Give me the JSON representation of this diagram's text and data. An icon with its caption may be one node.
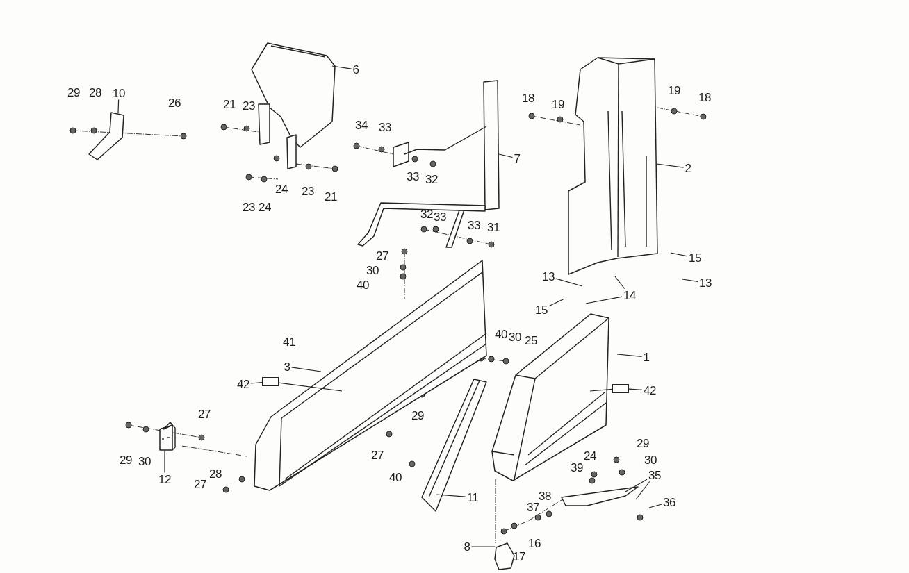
{
  "diagram": {
    "nodes": [
      {
        "text": [],
        "shape": "picture"
      },
      {
        "text": [
          "6"
        ]
      },
      {
        "text": [],
        "shape": "picture"
      },
      {
        "text": [
          "7"
        ]
      },
      {
        "text": [],
        "shape": "picture"
      },
      {
        "text": [
          "2"
        ]
      },
      {
        "text": [],
        "shape": "picture"
      },
      {
        "text": [
          "3"
        ]
      },
      {
        "text": [],
        "shape": "picture"
      },
      {
        "text": [
          "1"
        ]
      },
      {
        "text": [],
        "shape": "picture"
      },
      {
        "text": [
          "11"
        ]
      },
      {
        "text": [],
        "shape": "picture"
      },
      {
        "text": [
          "12"
        ]
      },
      {
        "text": [],
        "shape": "picture"
      },
      {
        "text": [
          "8"
        ]
      },
      {
        "text": [],
        "shape": "picture"
      },
      {
        "text": [
          "35"
        ]
      },
      {
        "text": [
          "42"
        ]
      },
      {
        "text": [],
        "shape": "box"
      },
      {
        "text": [
          "42"
        ]
      },
      {
        "text": [],
        "shape": "box"
      },
      {
        "text": [
          "36"
        ]
      },
      {
        "text": [
          "13"
        ]
      },
      {
        "text": [
          "13"
        ]
      },
      {
        "text": [
          "15"
        ]
      },
      {
        "text": [
          "15"
        ]
      },
      {
        "text": [
          "14"
        ]
      },
      {
        "text": [
          "10"
        ]
      },
      {
        "text": [],
        "shape": "picture"
      }
    ],
    "edges": [
      {
        "from": 1,
        "to": 0,
        "arrow": "none"
      },
      {
        "from": 3,
        "to": 2,
        "arrow": "none"
      },
      {
        "from": 5,
        "to": 4,
        "arrow": "none"
      },
      {
        "from": 7,
        "to": 6,
        "arrow": "none"
      },
      {
        "from": 9,
        "to": 8,
        "arrow": "none"
      },
      {
        "from": 11,
        "to": 10,
        "arrow": "none"
      },
      {
        "from": 13,
        "to": 12,
        "arrow": "none"
      },
      {
        "from": 15,
        "to": 14,
        "arrow": "none"
      },
      {
        "from": 17,
        "to": 16,
        "arrow": "none"
      },
      {
        "from": 17,
        "to": 16,
        "arrow": "none"
      },
      {
        "from": 18,
        "to": 19,
        "arrow": "none"
      },
      {
        "from": 19,
        "to": 6,
        "arrow": "none"
      },
      {
        "from": 20,
        "to": 21,
        "arrow": "none"
      },
      {
        "from": 21,
        "to": 8,
        "arrow": "none"
      },
      {
        "from": 22,
        "to": null,
        "arrow": "none"
      },
      {
        "from": 23,
        "to": null,
        "arrow": "none"
      },
      {
        "from": 24,
        "to": null,
        "arrow": "none"
      },
      {
        "from": 25,
        "to": null,
        "arrow": "none"
      },
      {
        "from": 26,
        "to": null,
        "arrow": "none"
      },
      {
        "from": 27,
        "to": null,
        "arrow": "none"
      },
      {
        "from": 27,
        "to": null,
        "arrow": "none"
      },
      {
        "from": 28,
        "to": 29,
        "arrow": "none"
      }
    ],
    "labels": [
      "29",
      "28",
      "26",
      "21",
      "23",
      "23",
      "24",
      "24",
      "23",
      "21",
      "34",
      "33",
      "33",
      "32",
      "18",
      "19",
      "19",
      "18",
      "32",
      "33",
      "33",
      "31",
      "27",
      "30",
      "40",
      "41",
      "40",
      "30",
      "25",
      "27",
      "29",
      "29",
      "30",
      "27",
      "40",
      "28",
      "27",
      "24",
      "29",
      "39",
      "30",
      "37",
      "38",
      "16",
      "17"
    ]
  }
}
